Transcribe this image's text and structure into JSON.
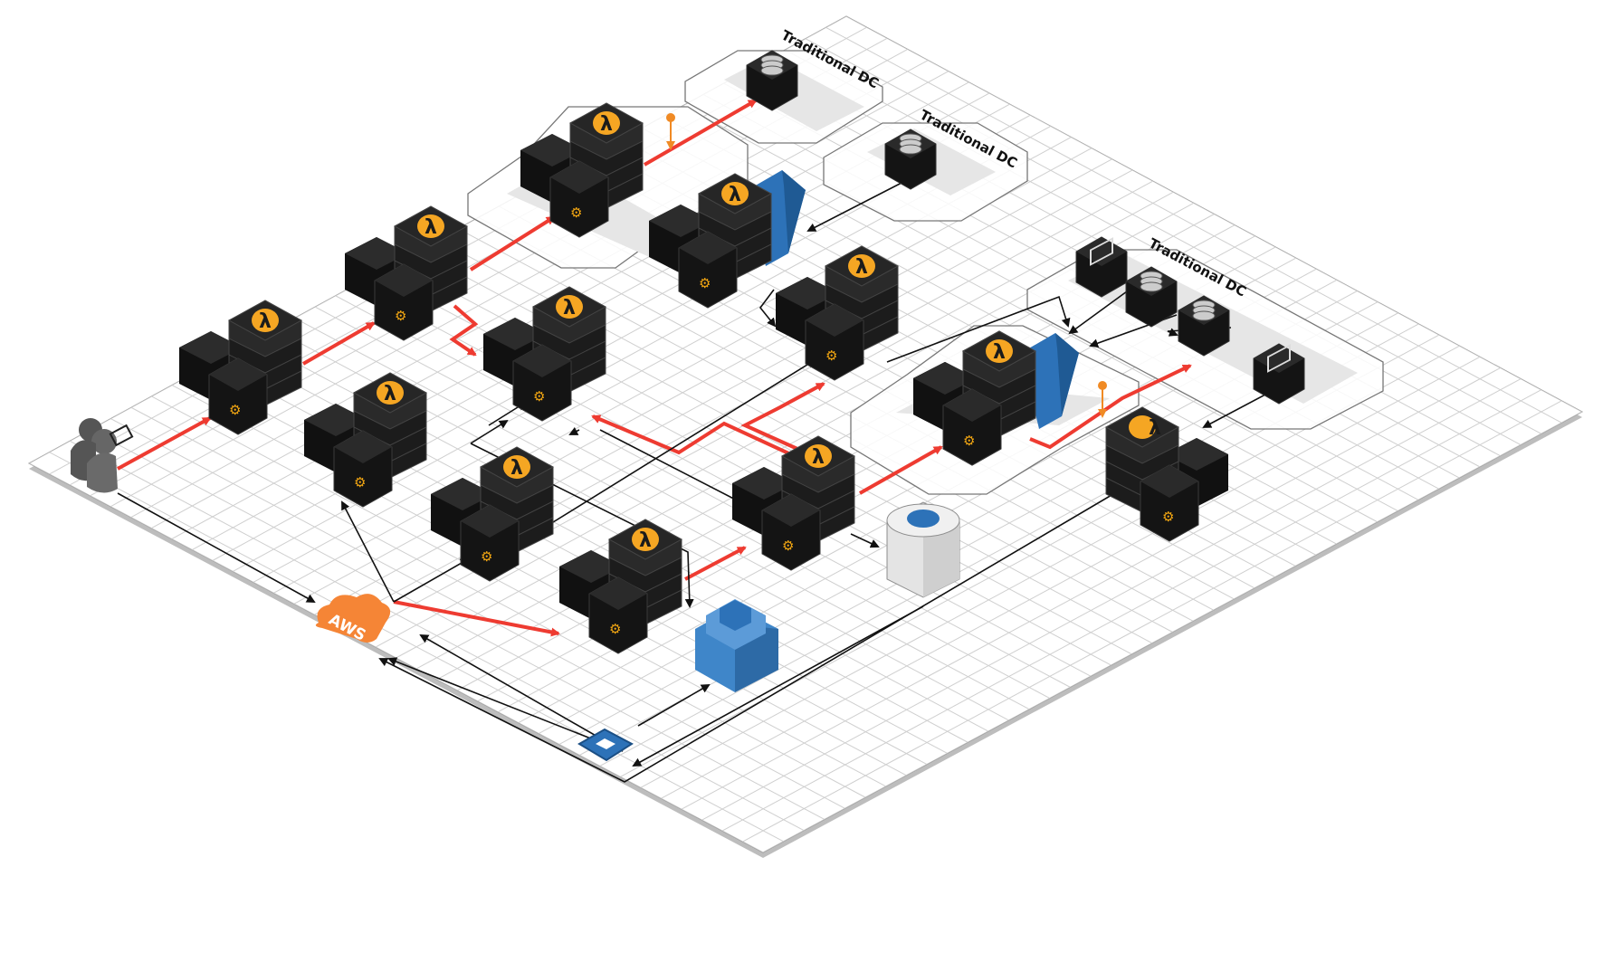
{
  "diagram": {
    "zones": [
      {
        "id": "dc-top",
        "label": "Traditional DC"
      },
      {
        "id": "dc-mid",
        "label": "Traditional DC"
      },
      {
        "id": "dc-right",
        "label": "Traditional DC"
      }
    ],
    "aws_label": "AWS",
    "icons": {
      "compute": "lambda-icon",
      "gear": "gear-icon",
      "database": "database-icon",
      "terminal": "terminal-icon",
      "user": "user-icon",
      "mobile": "mobile-icon",
      "cloud": "aws-cloud-icon",
      "chip": "iot-chip-icon",
      "castle": "security-castle-icon",
      "cylinder": "storage-cylinder-icon",
      "pin": "pin-icon"
    },
    "colors": {
      "flow_highlight": "#ee3b31",
      "flow_normal": "#111111",
      "lambda_orange": "#f5a623",
      "aws_orange": "#f58536",
      "aws_blue": "#2d72b8",
      "node_black": "#1e1e1e",
      "grid": "#c9c9c9"
    }
  }
}
